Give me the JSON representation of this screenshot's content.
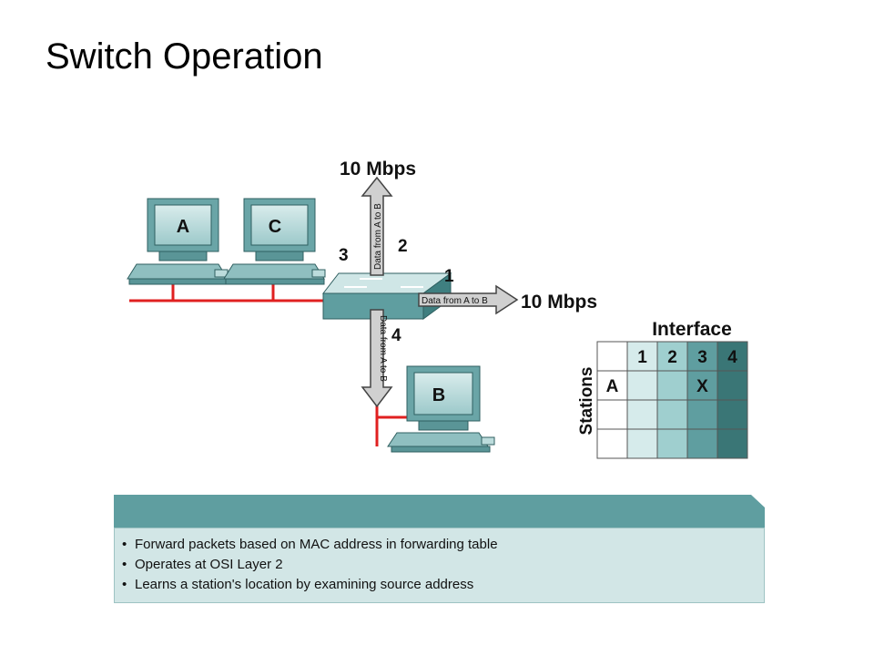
{
  "title": "Switch Operation",
  "diagram": {
    "bandwidth_top": "10 Mbps",
    "bandwidth_right": "10 Mbps",
    "ports": {
      "p1": "1",
      "p2": "2",
      "p3": "3",
      "p4": "4"
    },
    "arrow_label": "Data from A to B",
    "stations": {
      "a": "A",
      "b": "B",
      "c": "C"
    },
    "colors": {
      "network_line": "#e02020",
      "switch": "#5f9ea0",
      "pc": "#6aa5a7"
    }
  },
  "table": {
    "title": "Interface",
    "row_axis_label": "Stations",
    "columns": [
      "1",
      "2",
      "3",
      "4"
    ],
    "rows": [
      {
        "station": "A",
        "cells": [
          "",
          "",
          "X",
          ""
        ]
      },
      {
        "station": "",
        "cells": [
          "",
          "",
          "",
          ""
        ]
      },
      {
        "station": "",
        "cells": [
          "",
          "",
          "",
          ""
        ]
      }
    ],
    "column_colors": [
      "#d6ebeb",
      "#9fcfcf",
      "#5f9ea0",
      "#3a7676"
    ]
  },
  "notes": [
    "Forward packets based on MAC address in forwarding table",
    "Operates at OSI Layer 2",
    "Learns a station's location by examining source address"
  ]
}
